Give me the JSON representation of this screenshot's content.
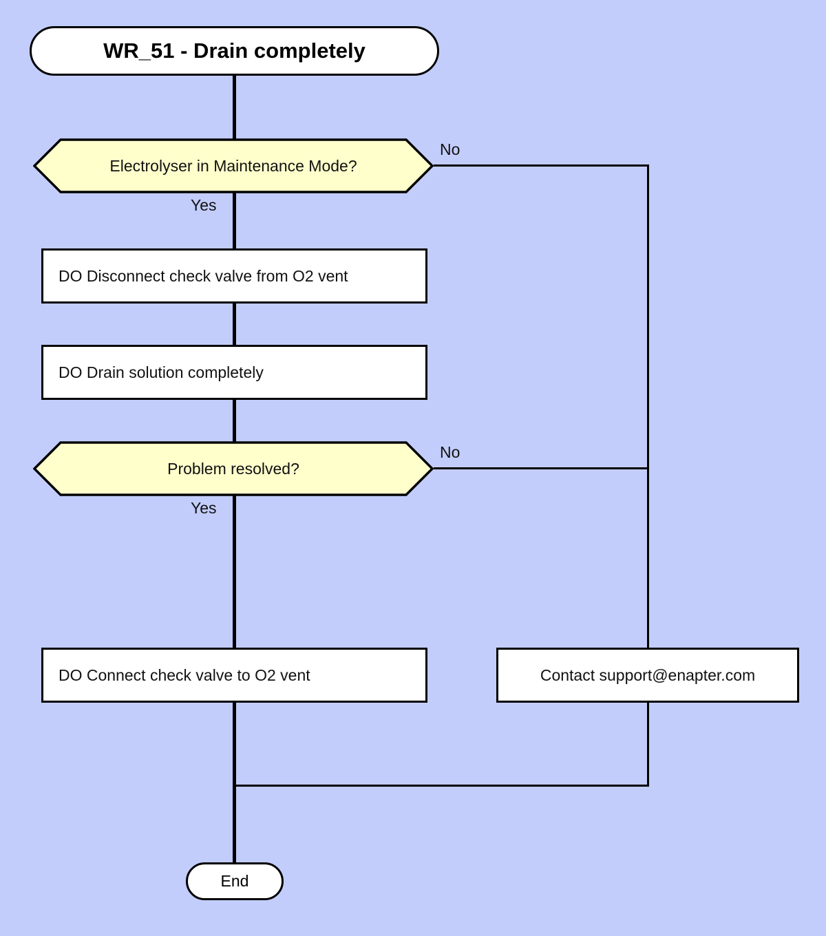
{
  "diagram": {
    "title": "WR_51 - Drain completely",
    "background_color": "#c3cdfb",
    "decision_fill": "#ffffcc",
    "node_fill": "#ffffff",
    "line_color": "#000000"
  },
  "nodes": {
    "start": {
      "label": "WR_51 - Drain completely",
      "shape": "rounded-pill"
    },
    "decision_maintenance": {
      "label": "Electrolyser in Maintenance Mode?",
      "shape": "hexagon"
    },
    "action_disconnect": {
      "label": "DO Disconnect check valve from O2 vent",
      "shape": "rectangle"
    },
    "action_drain": {
      "label": "DO Drain solution completely",
      "shape": "rectangle"
    },
    "decision_resolved": {
      "label": "Problem resolved?",
      "shape": "hexagon"
    },
    "action_connect": {
      "label": "DO Connect check valve to O2 vent",
      "shape": "rectangle"
    },
    "action_contact": {
      "label": "Contact support@enapter.com",
      "shape": "rectangle"
    },
    "end": {
      "label": "End",
      "shape": "rounded-pill"
    }
  },
  "edge_labels": {
    "maintenance_no": "No",
    "maintenance_yes": "Yes",
    "resolved_no": "No",
    "resolved_yes": "Yes"
  }
}
